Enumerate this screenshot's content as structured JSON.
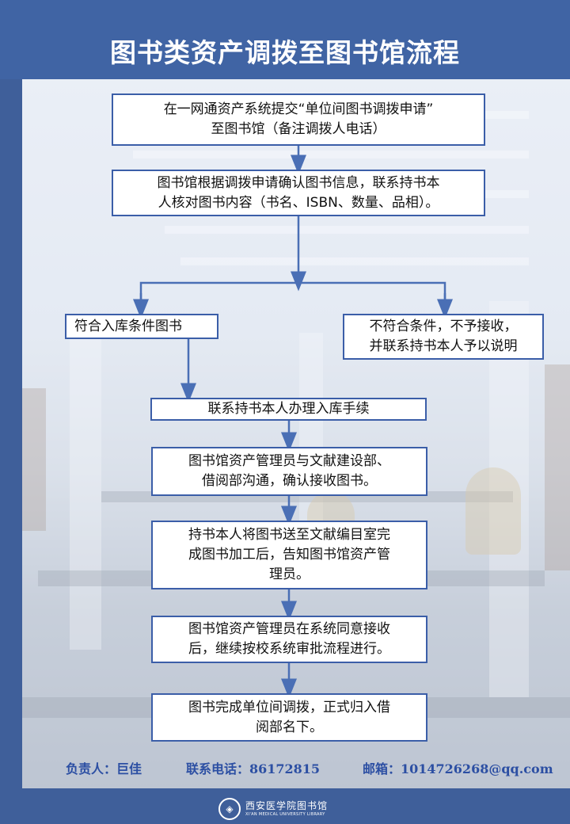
{
  "title": "图书类资产调拨至图书馆流程",
  "steps": {
    "step1": [
      "在一网通资产系统提交“单位间图书调拨申请”",
      "至图书馆（备注调拨人电话）"
    ],
    "step2": [
      "图书馆根据调拨申请确认图书信息，联系持书本",
      "人核对图书内容（书名、ISBN、数量、品相）。"
    ],
    "accept": [
      "符合入库条件图书"
    ],
    "reject": [
      "不符合条件，不予接收，",
      "并联系持书本人予以说明"
    ],
    "step3": [
      "联系持书本人办理入库手续"
    ],
    "step4": [
      "图书馆资产管理员与文献建设部、",
      "借阅部沟通，确认接收图书。"
    ],
    "step5": [
      "持书本人将图书送至文献编目室完",
      "成图书加工后，告知图书馆资产管",
      "理员。"
    ],
    "step6": [
      "图书馆资产管理员在系统同意接收",
      "后，继续按校系统审批流程进行。"
    ],
    "step7": [
      "图书完成单位间调拨，正式归入借",
      "阅部名下。"
    ]
  },
  "footer": {
    "responsible": "负责人：巨佳",
    "phone": "联系电话：86172815",
    "email": "邮箱：1014726268@qq.com",
    "logo_cn": "西安医学院图书馆",
    "logo_en": "XI'AN MEDICAL UNIVERSITY LIBRARY"
  },
  "colors": {
    "header": "#4064a4",
    "box_border": "#3b5ea8",
    "arrow": "#4a6fb5",
    "footer_text": "#2c4fa3"
  }
}
